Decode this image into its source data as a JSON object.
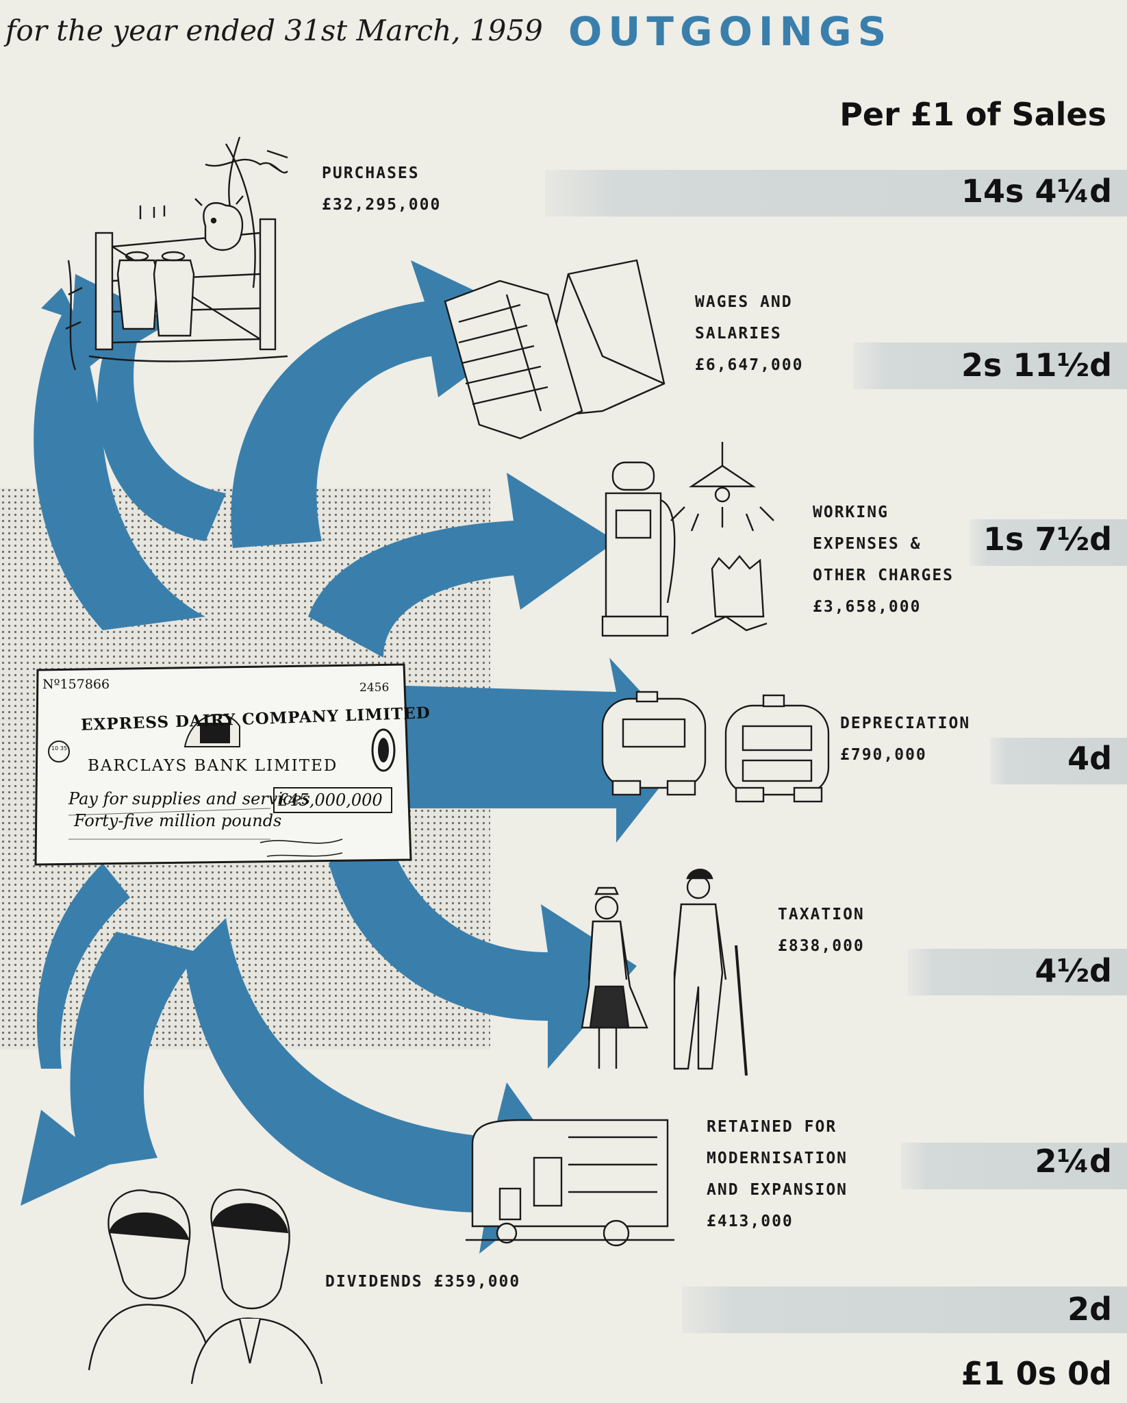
{
  "header": {
    "subtitle": "for the year ended 31st March, 1959",
    "title": "OUTGOINGS",
    "per_pound_label": "Per £1 of Sales"
  },
  "items": [
    {
      "key": "purchases",
      "label_lines": [
        "PURCHASES",
        "£32,295,000"
      ],
      "per_pound": "14s 4¼d"
    },
    {
      "key": "wages",
      "label_lines": [
        "WAGES AND",
        "SALARIES",
        "£6,647,000"
      ],
      "per_pound": "2s 11½d"
    },
    {
      "key": "working-expenses",
      "label_lines": [
        "WORKING",
        "EXPENSES &",
        "OTHER CHARGES",
        "£3,658,000"
      ],
      "per_pound": "1s 7½d"
    },
    {
      "key": "depreciation",
      "label_lines": [
        "DEPRECIATION",
        "£790,000"
      ],
      "per_pound": "4d"
    },
    {
      "key": "taxation",
      "label_lines": [
        "TAXATION",
        "£838,000"
      ],
      "per_pound": "4½d"
    },
    {
      "key": "retained",
      "label_lines": [
        "RETAINED FOR",
        "MODERNISATION",
        "AND EXPANSION",
        "£413,000"
      ],
      "per_pound": "2¼d"
    },
    {
      "key": "dividends",
      "label_lines": [
        "DIVIDENDS £359,000"
      ],
      "per_pound": "2d"
    }
  ],
  "total": "£1 0s 0d",
  "cheque": {
    "number": "Nº157866",
    "code": "2456",
    "company": "EXPRESS DAIRY COMPANY LIMITED",
    "bank": "BARCLAYS BANK LIMITED",
    "pay_line": "Pay for supplies and services",
    "words_line": "Forty-five million pounds",
    "amount": "£45,000,000",
    "sort_code": "10 35"
  },
  "colors": {
    "arrow": "#3a7fac",
    "heading": "#3a7fac",
    "background": "#eeede6",
    "band": "#d4d9d9",
    "text": "#111111"
  },
  "icons": [
    "milk-churn-gate-cow-icon",
    "wages-envelope-icon",
    "petrol-pump-lamp-icon",
    "milk-tanker-lorry-icon",
    "nurse-soldier-icon",
    "delivery-van-icon",
    "shareholders-portrait-icon"
  ]
}
